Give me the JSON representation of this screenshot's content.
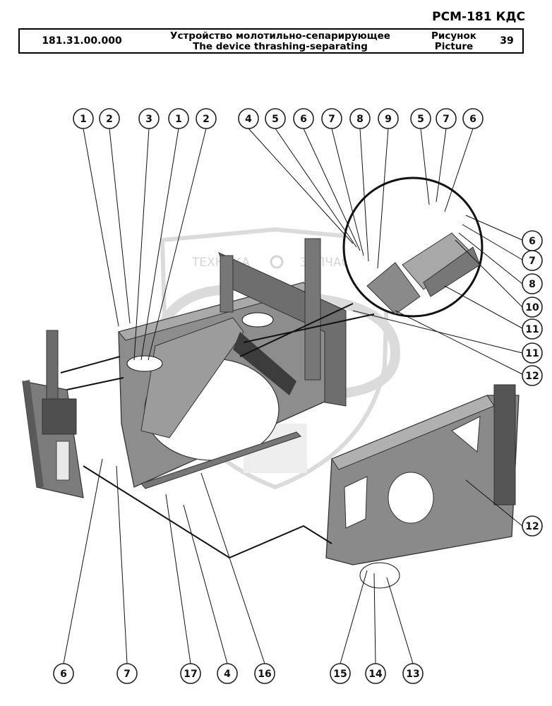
{
  "header": {
    "model": "РСМ-181 КДС",
    "code": "181.31.00.000",
    "title_ru": "Устройство молотильно-сепарирующее",
    "title_en": "The device thrashing-separating",
    "picture_ru": "Рисунок",
    "picture_en": "Picture",
    "number": "39"
  },
  "watermark": {
    "text_left": "ТЕХНИКА",
    "text_right": "ЗАПЧАСТИ"
  },
  "callouts": {
    "top": [
      "1",
      "2",
      "3",
      "1",
      "2",
      "4",
      "5",
      "6",
      "7",
      "8",
      "9",
      "5",
      "7",
      "6"
    ],
    "right": [
      "6",
      "7",
      "8",
      "10",
      "11",
      "11",
      "12",
      "12"
    ],
    "bottom": [
      "6",
      "7",
      "17",
      "4",
      "16",
      "15",
      "14",
      "13"
    ]
  }
}
